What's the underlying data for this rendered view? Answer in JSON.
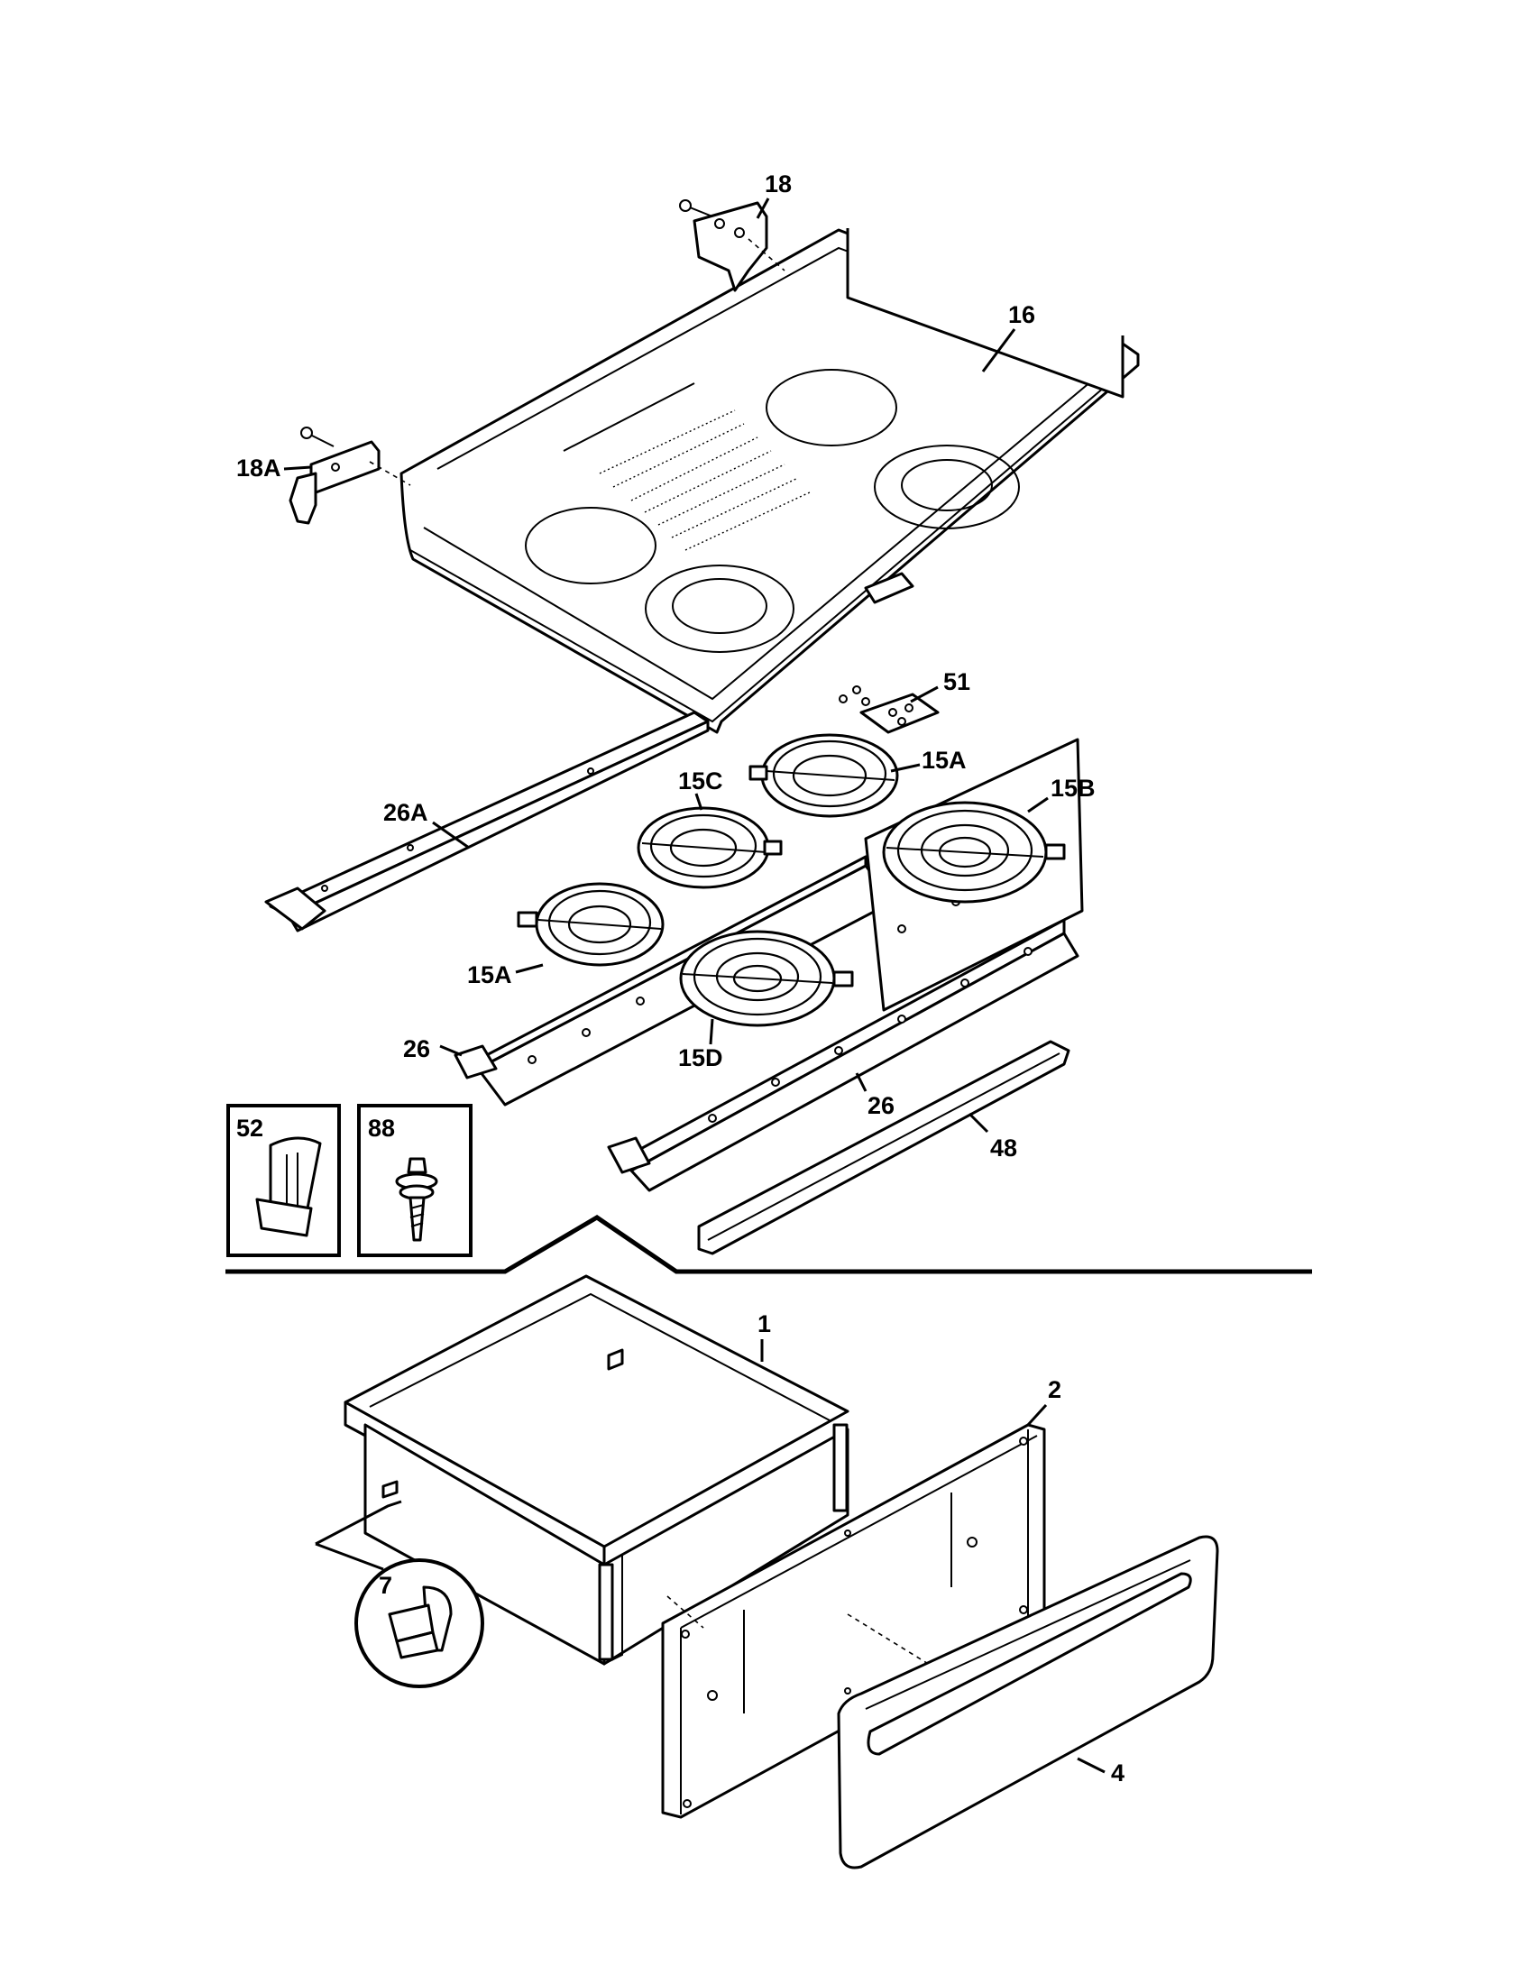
{
  "callouts": {
    "c18": "18",
    "c16": "16",
    "c18A": "18A",
    "c51": "51",
    "c15A_top": "15A",
    "c15C": "15C",
    "c15B": "15B",
    "c26A": "26A",
    "c15A_left": "15A",
    "c15D": "15D",
    "c26_left": "26",
    "c26_right": "26",
    "c48": "48",
    "c52": "52",
    "c88": "88",
    "c1": "1",
    "c2": "2",
    "c7": "7",
    "c4": "4"
  }
}
